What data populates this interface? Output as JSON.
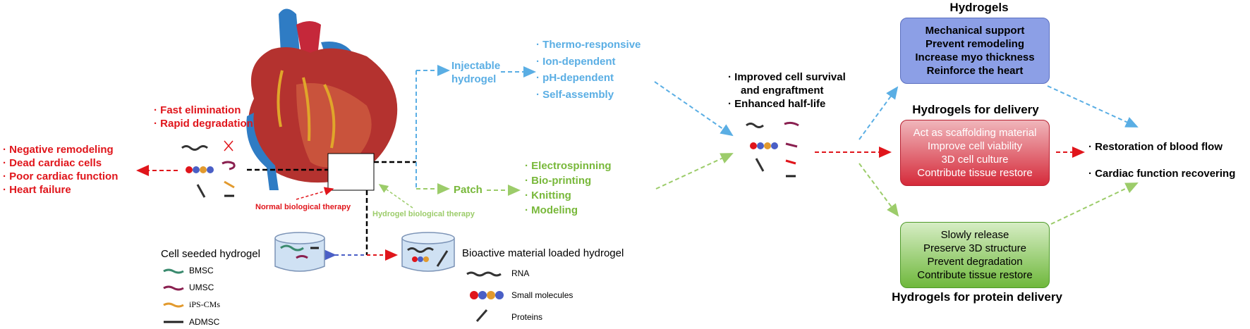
{
  "left_problems": {
    "top": [
      "Fast elimination",
      "Rapid degradation"
    ],
    "main": [
      "Negative remodeling",
      "Dead cardiac cells",
      "Poor cardiac function",
      "Heart failure"
    ]
  },
  "therapy_labels": {
    "normal": "Normal biological therapy",
    "hydrogel": "Hydrogel biological therapy"
  },
  "injectable": {
    "label_line1": "Injectable",
    "label_line2": "hydrogel",
    "items": [
      "Thermo-responsive",
      "Ion-dependent",
      "pH-dependent",
      "Self-assembly"
    ]
  },
  "patch": {
    "label": "Patch",
    "items": [
      "Electrospinning",
      "Bio-printing",
      "Knitting",
      "Modeling"
    ]
  },
  "middle_benefits": [
    "Improved cell survival",
    "and engraftment",
    "Enhanced half-life"
  ],
  "cell_seeded": {
    "title": "Cell seeded hydrogel",
    "legend": [
      "BMSC",
      "UMSC",
      "iPS-CMs",
      "ADMSC"
    ]
  },
  "bioactive": {
    "title": "Bioactive material loaded hydrogel",
    "legend": [
      "RNA",
      "Small molecules",
      "Proteins"
    ]
  },
  "hydrogels_box": {
    "heading": "Hydrogels",
    "lines": [
      "Mechanical support",
      "Prevent remodeling",
      "Increase myo thickness",
      "Reinforce the heart"
    ],
    "color": "#8c9fe6"
  },
  "delivery_box": {
    "heading": "Hydrogels for delivery",
    "lines": [
      "Act as scaffolding material",
      "Improve cell viability",
      "3D cell culture",
      "Contribute tissue restore"
    ],
    "color": "#d83a4a"
  },
  "protein_box": {
    "heading": "Hydrogels for protein delivery",
    "lines": [
      "Slowly release",
      "Preserve 3D structure",
      "Prevent degradation",
      "Contribute tissue restore"
    ],
    "color": "#7cc04a"
  },
  "outcomes": [
    "Restoration of blood flow",
    "Cardiac function recovering"
  ],
  "colors": {
    "red": "#e0151b",
    "blue": "#5aaee4",
    "green": "#78b83a"
  }
}
